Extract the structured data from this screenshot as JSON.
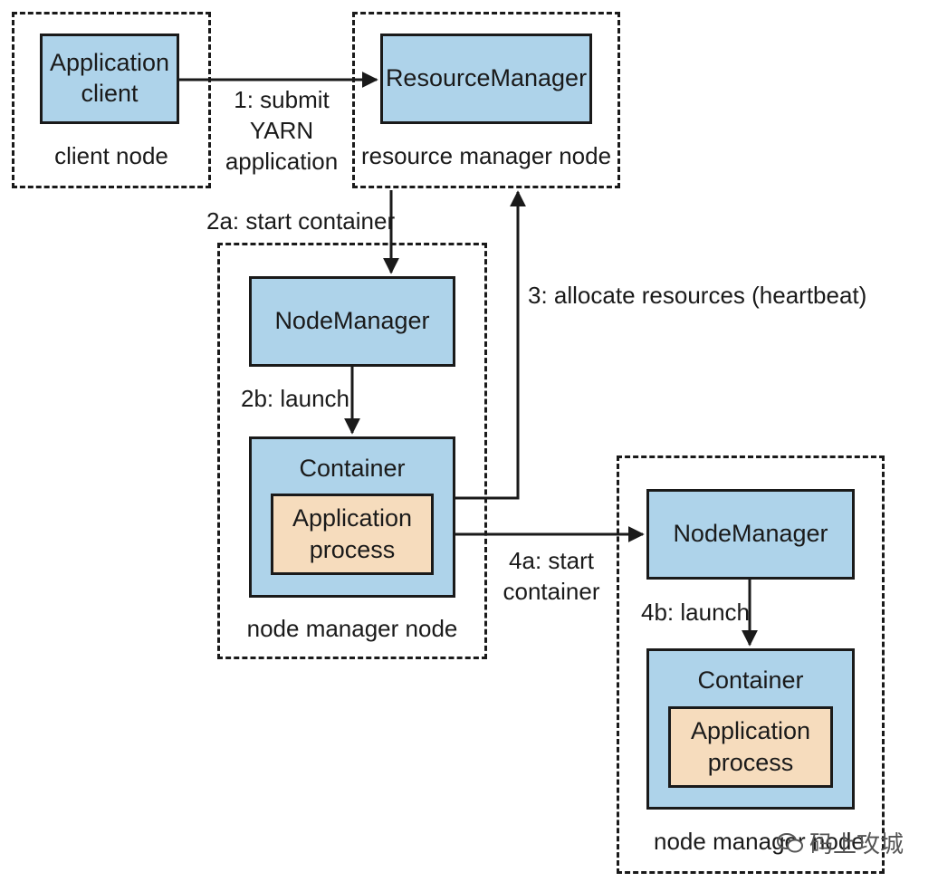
{
  "nodes": {
    "client": {
      "box_line1": "Application",
      "box_line2": "client",
      "label": "client node"
    },
    "resource_manager": {
      "box": "ResourceManager",
      "label": "resource manager node"
    },
    "node_manager_1": {
      "box": "NodeManager",
      "container": "Container",
      "process_line1": "Application",
      "process_line2": "process",
      "label": "node manager node"
    },
    "node_manager_2": {
      "box": "NodeManager",
      "container": "Container",
      "process_line1": "Application",
      "process_line2": "process",
      "label": "node manager node"
    }
  },
  "edges": {
    "submit": [
      "1: submit",
      "YARN",
      "application"
    ],
    "start_container_2a": "2a: start container",
    "allocate": "3: allocate resources (heartbeat)",
    "launch_2b": "2b: launch",
    "start_container_4a": [
      "4a: start",
      "container"
    ],
    "launch_4b": "4b: launch"
  },
  "watermark": "码上攻城",
  "colors": {
    "box_fill": "#aed3ea",
    "process_fill": "#f6dcbd",
    "stroke": "#1a1a1a"
  }
}
